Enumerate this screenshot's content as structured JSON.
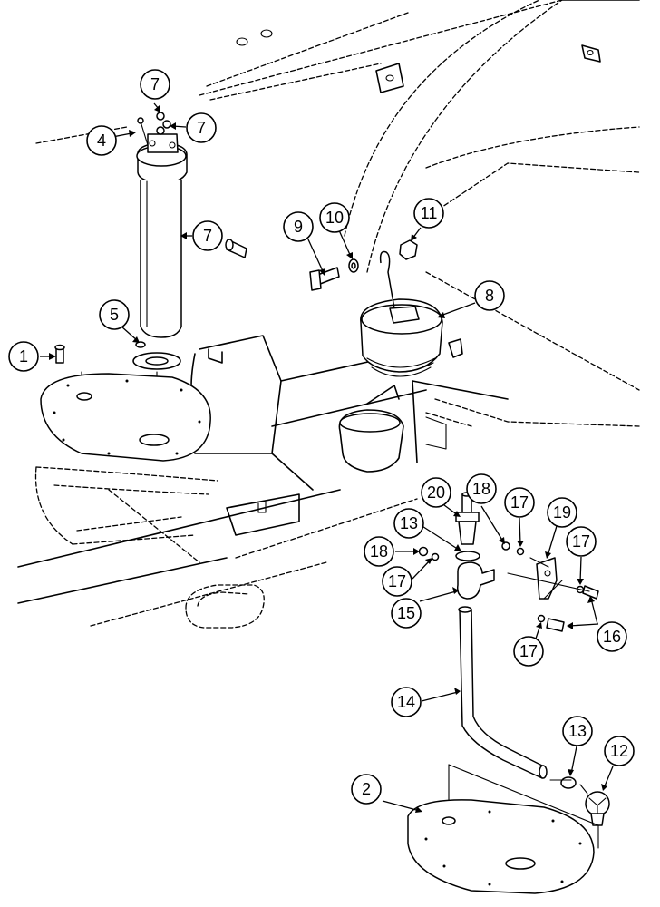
{
  "callouts": [
    {
      "id": "c1",
      "label": "1"
    },
    {
      "id": "c2",
      "label": "2"
    },
    {
      "id": "c4",
      "label": "4"
    },
    {
      "id": "c5",
      "label": "5"
    },
    {
      "id": "c7a",
      "label": "7"
    },
    {
      "id": "c7b",
      "label": "7"
    },
    {
      "id": "c7c",
      "label": "7"
    },
    {
      "id": "c8",
      "label": "8"
    },
    {
      "id": "c9",
      "label": "9"
    },
    {
      "id": "c10",
      "label": "10"
    },
    {
      "id": "c11",
      "label": "11"
    },
    {
      "id": "c12",
      "label": "12"
    },
    {
      "id": "c13a",
      "label": "13"
    },
    {
      "id": "c13b",
      "label": "13"
    },
    {
      "id": "c14",
      "label": "14"
    },
    {
      "id": "c15",
      "label": "15"
    },
    {
      "id": "c16",
      "label": "16"
    },
    {
      "id": "c17a",
      "label": "17"
    },
    {
      "id": "c17b",
      "label": "17"
    },
    {
      "id": "c17c",
      "label": "17"
    },
    {
      "id": "c17d",
      "label": "17"
    },
    {
      "id": "c18a",
      "label": "18"
    },
    {
      "id": "c18b",
      "label": "18"
    },
    {
      "id": "c19",
      "label": "19"
    },
    {
      "id": "c20",
      "label": "20"
    }
  ]
}
